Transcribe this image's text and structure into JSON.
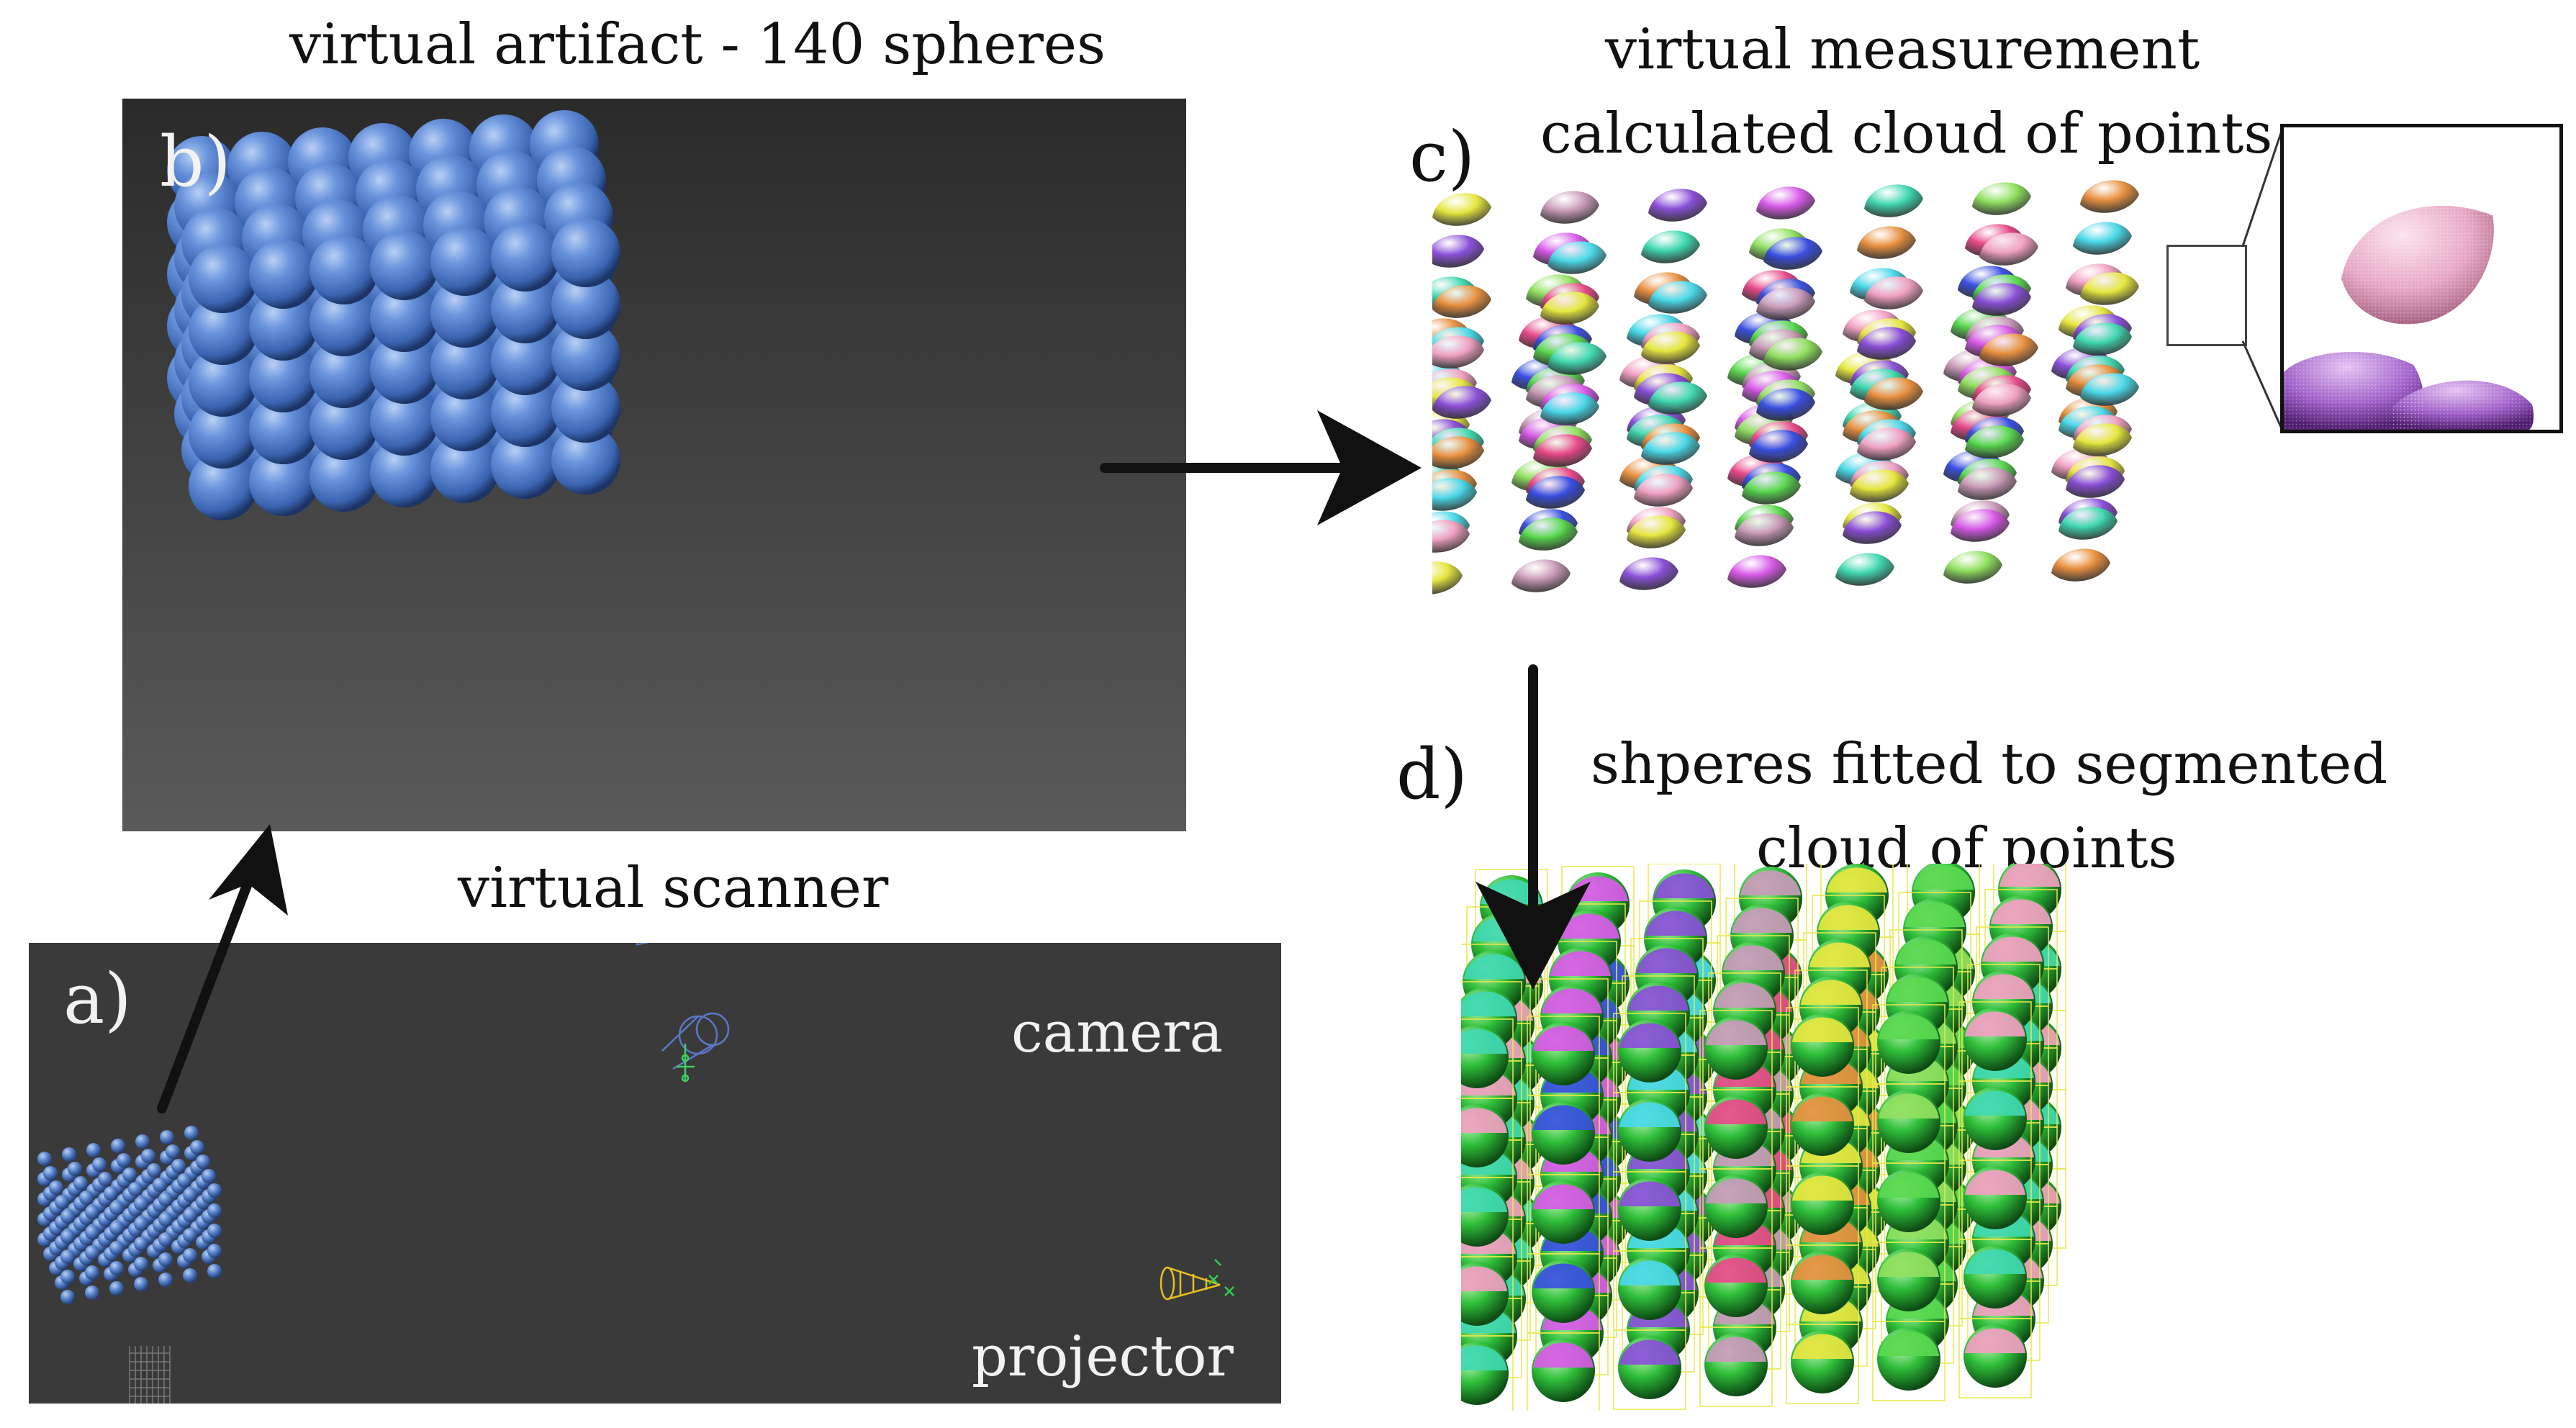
{
  "captions": {
    "top_left": "virtual artifact - 140 spheres",
    "scanner": "virtual scanner",
    "measurement_line1": "virtual measurement",
    "measurement_line2": "calculated cloud of points",
    "fitted_line1": "shperes fitted to segmented",
    "fitted_line2": "cloud of points"
  },
  "labels": {
    "a": "a)",
    "b": "b)",
    "c": "c)",
    "d": "d)"
  },
  "scanner": {
    "camera": "camera",
    "projector": "projector"
  },
  "colors": {
    "sphere_blue": "#4a78c4",
    "panel_dark": "#3a3a3a",
    "fit_green": "#2fbf3a",
    "bbox_yellow": "#e8e84a",
    "projector_yellow": "#e8c020",
    "camera_blue": "#5a78c8"
  },
  "point_cloud_palette": [
    "#e6e640",
    "#e84a8a",
    "#8a50d8",
    "#3a50e0",
    "#40d8b0",
    "#5ad850",
    "#e89040",
    "#c89ab8",
    "#4ad8e8",
    "#d85ae8",
    "#f0a0c0",
    "#90e060"
  ]
}
